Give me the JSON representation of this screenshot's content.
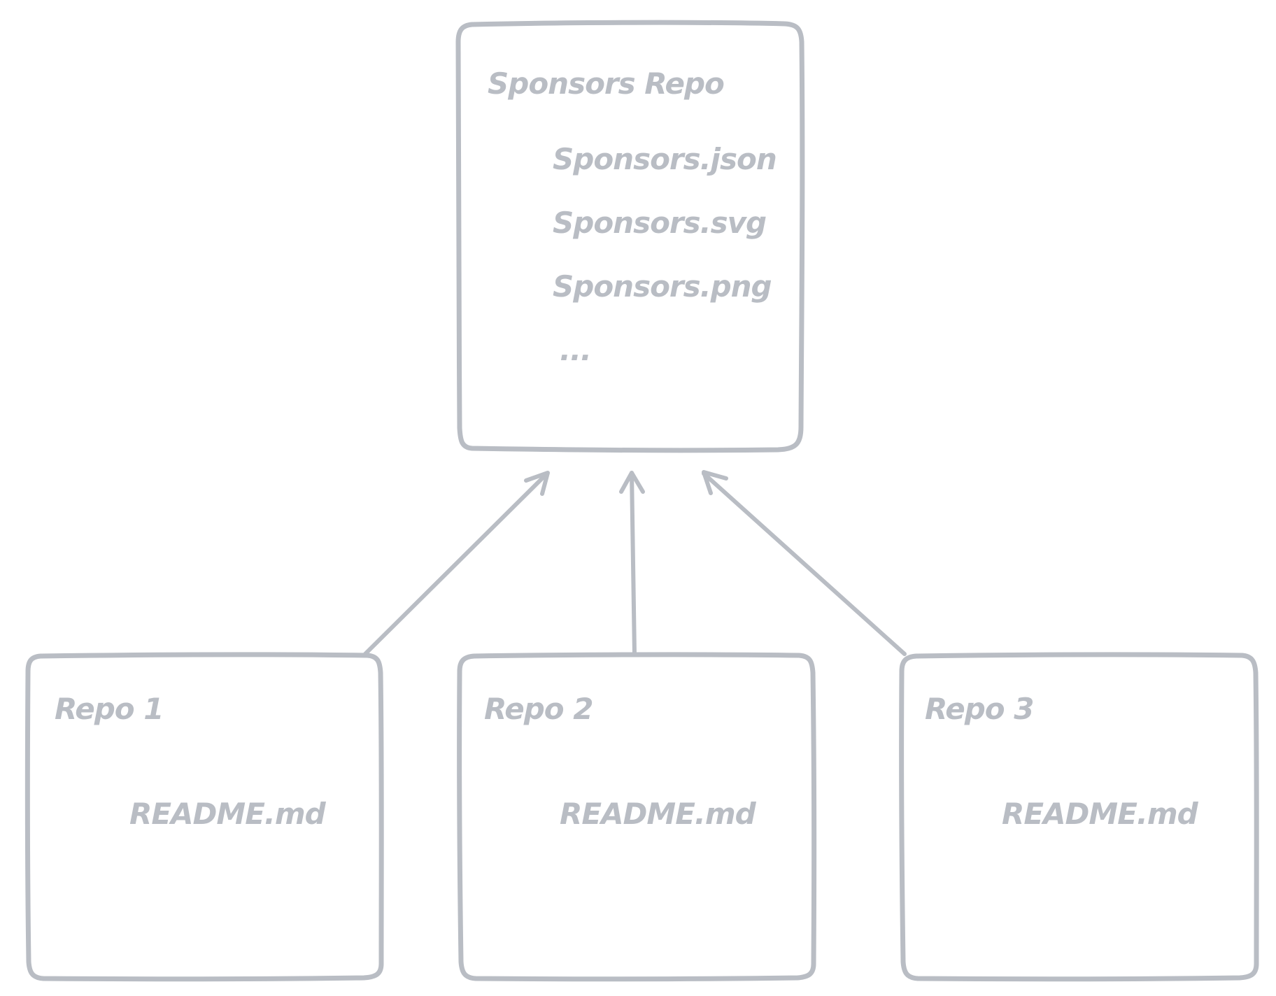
{
  "colors": {
    "stroke": "#b9bdc4",
    "text": "#b9bdc4",
    "background": "#ffffff"
  },
  "diagram": {
    "sponsors_repo": {
      "title": "Sponsors Repo",
      "files": [
        "Sponsors.json",
        "Sponsors.svg",
        "Sponsors.png",
        "..."
      ]
    },
    "repos": [
      {
        "title": "Repo 1",
        "file": "README.md"
      },
      {
        "title": "Repo 2",
        "file": "README.md"
      },
      {
        "title": "Repo 3",
        "file": "README.md"
      }
    ]
  }
}
